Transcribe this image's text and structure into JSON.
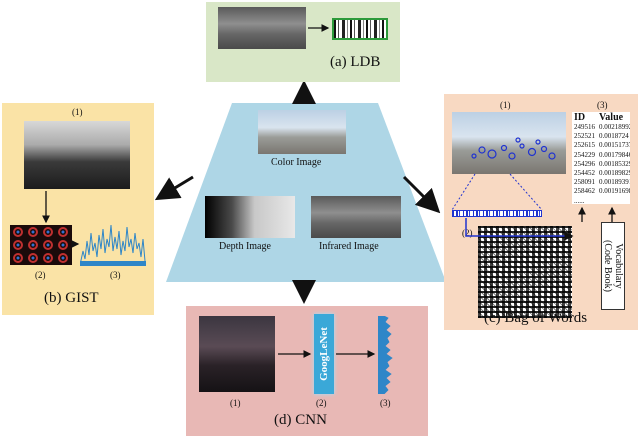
{
  "colors": {
    "ldb_bg": "#d9e7c7",
    "gist_bg": "#fae3a6",
    "bow_bg": "#f8d9c2",
    "cnn_bg": "#e8b8b5",
    "center_bg": "#aed6e6",
    "googlenet": "#3aa8d8",
    "bow_blue": "#2033d0"
  },
  "center": {
    "color_label": "Color Image",
    "depth_label": "Depth Image",
    "infrared_label": "Infrared Image"
  },
  "ldb": {
    "caption": "(a) LDB"
  },
  "gist": {
    "caption": "(b) GIST",
    "n1": "(1)",
    "n2": "(2)",
    "n3": "(3)"
  },
  "bow": {
    "caption": "(c) Bag of Words",
    "n1": "(1)",
    "n2": "(2)",
    "n3": "(3)",
    "col_id": "ID",
    "col_value": "Value",
    "rows": [
      [
        "249516",
        "0.00218992"
      ],
      [
        "252521",
        "0.0018724"
      ],
      [
        "252615",
        "0.00151737"
      ],
      [
        "254229",
        "0.00179846"
      ],
      [
        "254296",
        "0.00185329"
      ],
      [
        "254452",
        "0.00189829"
      ],
      [
        "258091",
        "0.00189391"
      ],
      [
        "258462",
        "0.00191698"
      ]
    ],
    "ellipsis": "......",
    "vocab": "Vocabulary\n(Code Book)"
  },
  "cnn": {
    "caption": "(d) CNN",
    "n1": "(1)",
    "n2": "(2)",
    "n3": "(3)",
    "net": "GoogLeNet"
  }
}
